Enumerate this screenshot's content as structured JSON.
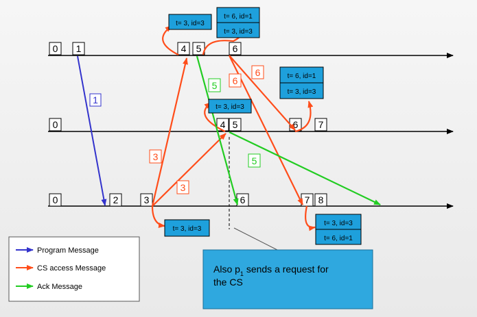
{
  "timelines": [
    {
      "clock_labels": [
        "0",
        "1",
        "4",
        "5",
        "6"
      ]
    },
    {
      "clock_labels": [
        "0",
        "4",
        "5",
        "6",
        "7"
      ]
    },
    {
      "clock_labels": [
        "0",
        "2",
        "3",
        "6",
        "7",
        "8"
      ]
    }
  ],
  "queues": [
    {
      "entries": [
        "t= 3, id=3"
      ]
    },
    {
      "entries": [
        "t= 6, id=1",
        "t= 3, id=3"
      ]
    },
    {
      "entries": [
        "t= 6, id=1",
        "t= 3, id=3"
      ]
    },
    {
      "entries": [
        "t= 3, id=3"
      ]
    },
    {
      "entries": [
        "t= 3, id=3"
      ]
    },
    {
      "entries": [
        "t= 3, id=3",
        "t= 6, id=1"
      ]
    }
  ],
  "message_labels": {
    "program_1": "1",
    "cs_3a": "3",
    "cs_3b": "3",
    "cs_6a": "6",
    "cs_6b": "6",
    "ack_5a": "5",
    "ack_5b": "5"
  },
  "legend": {
    "program": "Program Message",
    "cs": "CS access Message",
    "ack": "Ack Message"
  },
  "callout": {
    "line1_prefix": "Also  p",
    "line1_sub": "1",
    "line1_suffix": " sends a request for",
    "line2": "the CS"
  },
  "colors": {
    "program": "#3333cc",
    "cs": "#ff4d1a",
    "ack": "#22cc22",
    "queue_fill": "#1ea0dc",
    "callout_fill": "#2fa8df"
  }
}
